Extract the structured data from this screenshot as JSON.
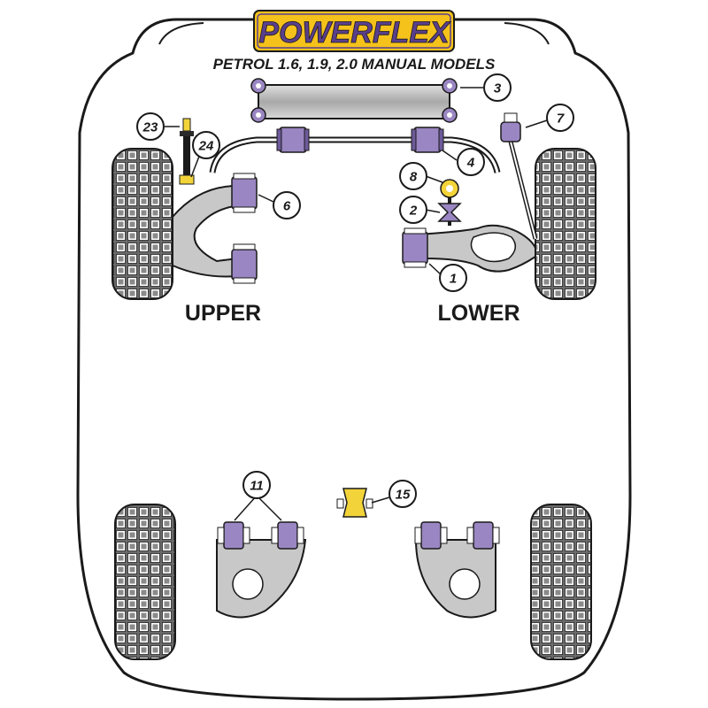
{
  "logo": {
    "text": "POWERFLEX"
  },
  "title": "PETROL 1.6, 1.9, 2.0 MANUAL MODELS",
  "labels": {
    "upper": "UPPER",
    "lower": "LOWER"
  },
  "callouts": [
    "1",
    "2",
    "3",
    "4",
    "6",
    "7",
    "8",
    "11",
    "15",
    "23",
    "24"
  ],
  "colors": {
    "bush_purple": "#9a86c2",
    "bush_purple_dark": "#6d5a9a",
    "bush_yellow": "#f2d43a",
    "metal_gray": "#b8b8b8",
    "logo_yellow": "#f5c21b",
    "logo_purple": "#5a3f8c",
    "outline": "#1a1a1a"
  }
}
